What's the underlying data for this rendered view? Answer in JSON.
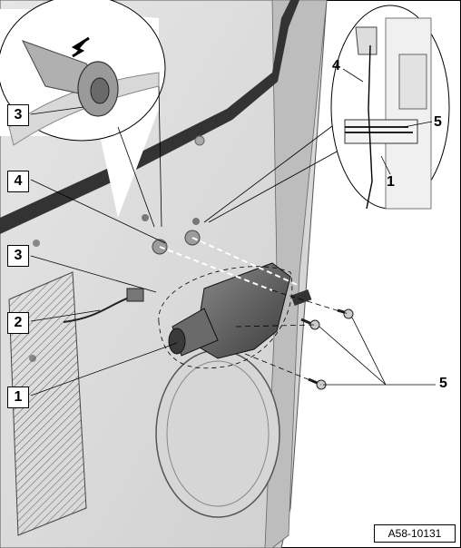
{
  "figure": {
    "reference_code": "A58-10131",
    "callouts": {
      "inset_left_3": "3",
      "inset_right_4": "4",
      "inset_right_5": "5",
      "inset_right_1": "1",
      "main_4": "4",
      "main_3": "3",
      "main_2": "2",
      "main_1": "1",
      "main_5": "5"
    }
  }
}
